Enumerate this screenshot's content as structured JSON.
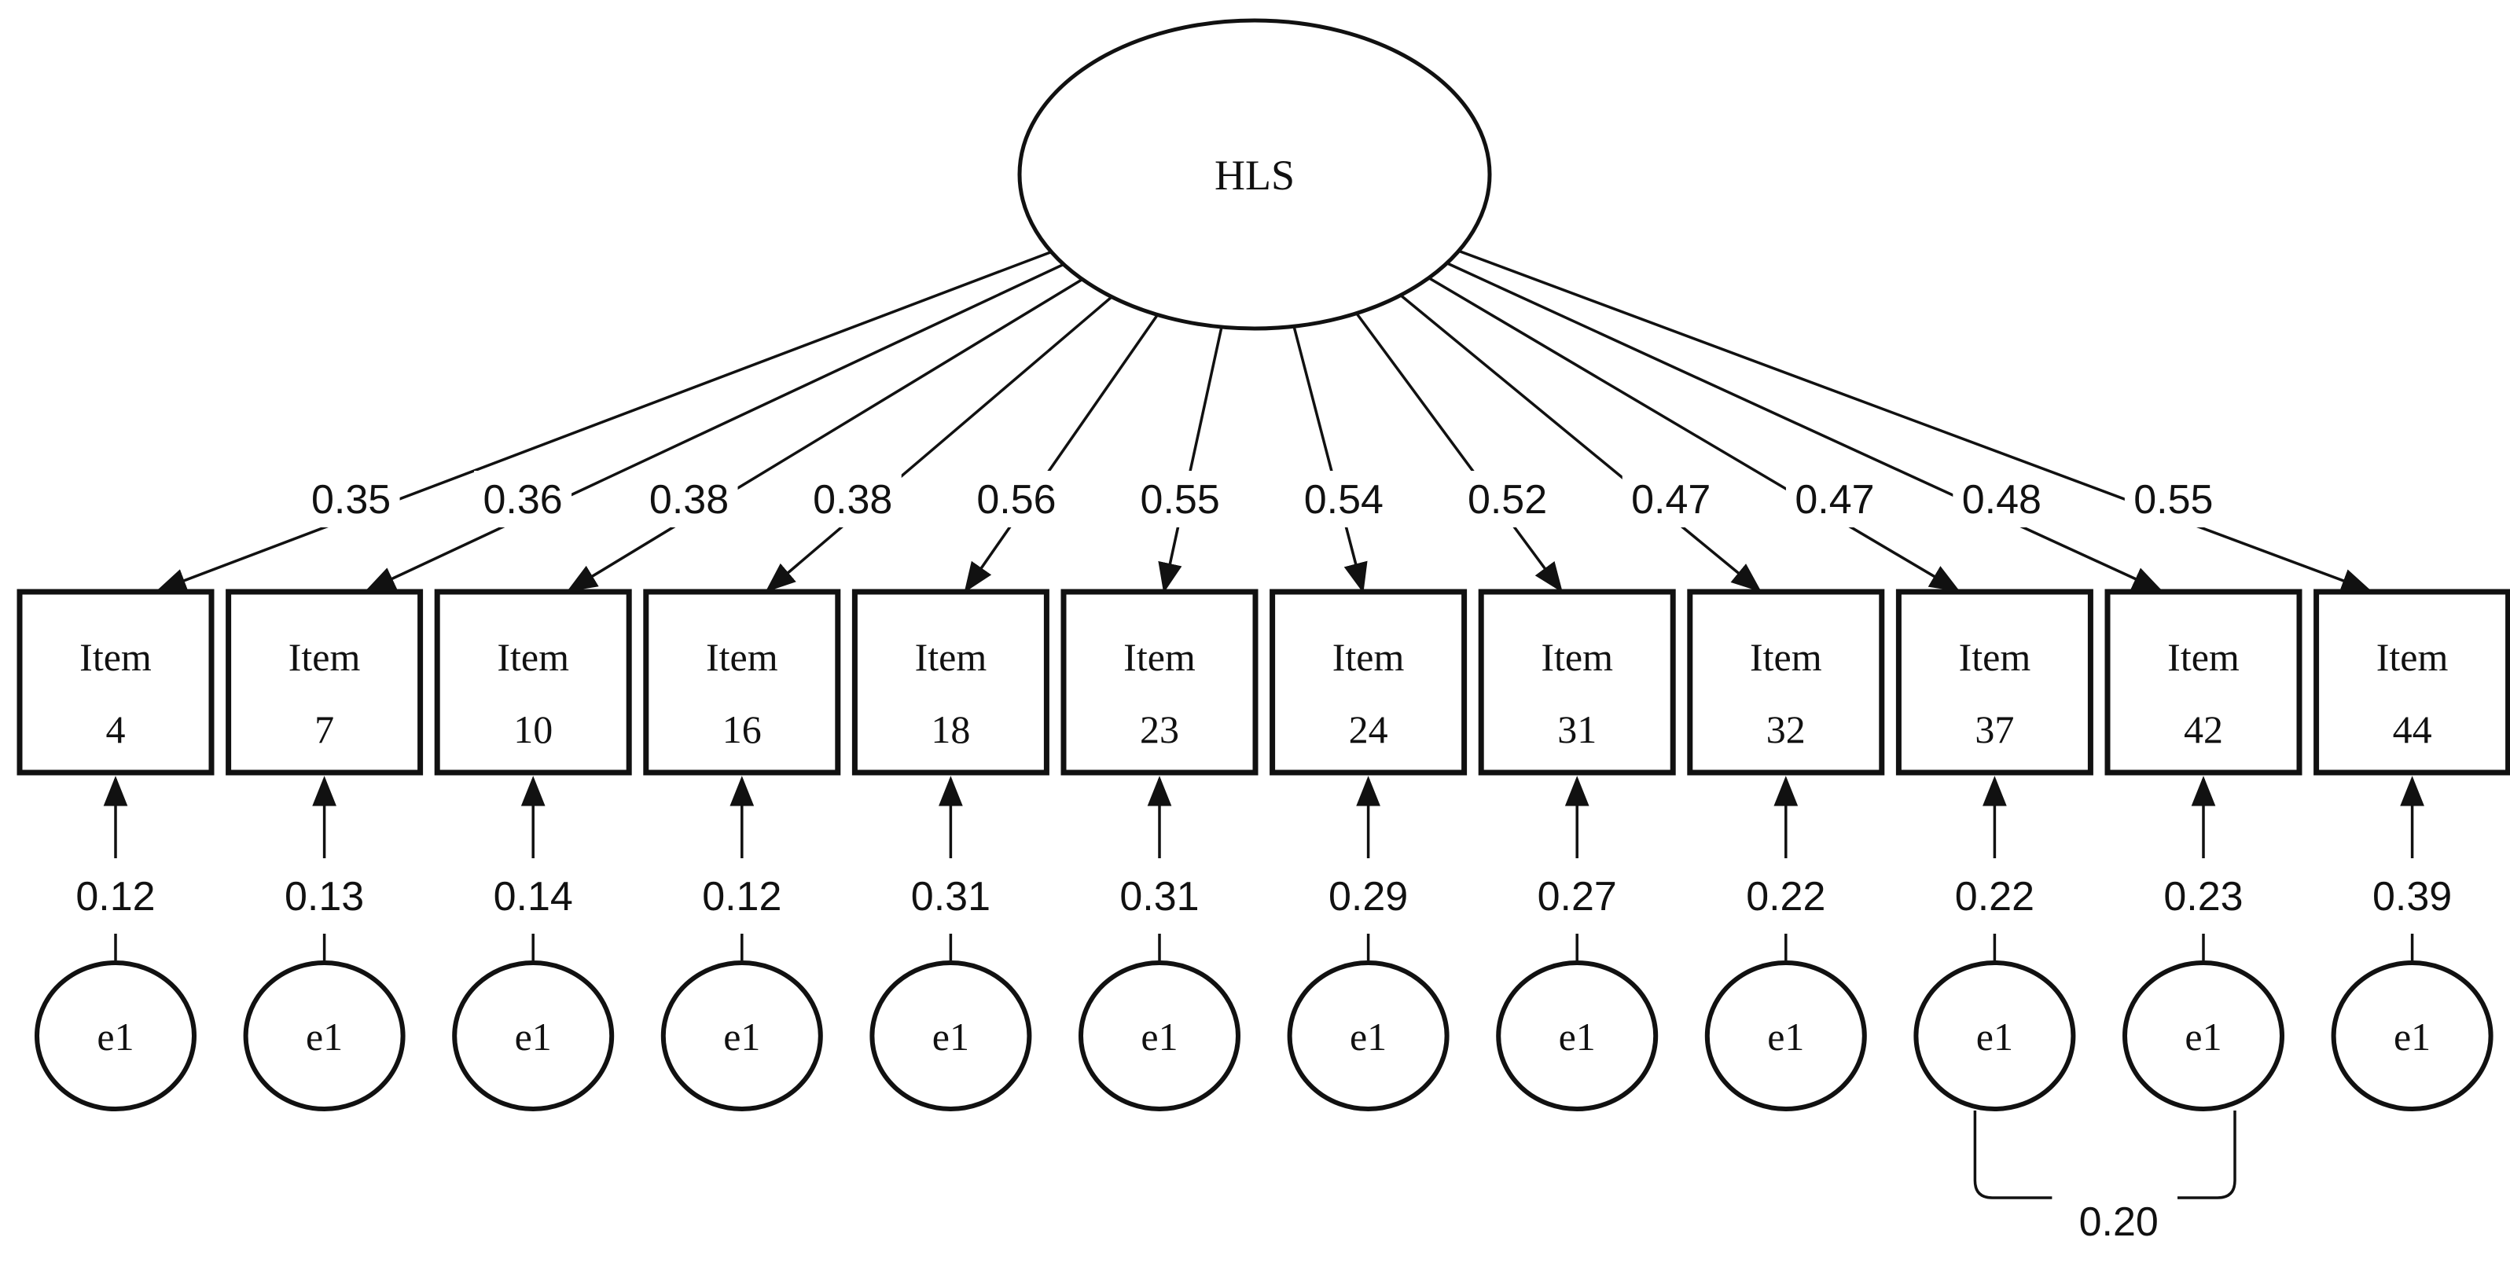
{
  "diagram": {
    "type": "confirmatory-factor-analysis-path-diagram",
    "background": "#ffffff",
    "stroke_color": "#000000",
    "latent_factor": {
      "label": "HLS"
    },
    "item_prefix": "Item",
    "items": [
      {
        "name": "Item 4",
        "number": "4",
        "loading": "0.35",
        "error_term": "e1",
        "error_variance": "0.12"
      },
      {
        "name": "Item 7",
        "number": "7",
        "loading": "0.36",
        "error_term": "e1",
        "error_variance": "0.13"
      },
      {
        "name": "Item 10",
        "number": "10",
        "loading": "0.38",
        "error_term": "e1",
        "error_variance": "0.14"
      },
      {
        "name": "Item 16",
        "number": "16",
        "loading": "0.38",
        "error_term": "e1",
        "error_variance": "0.12"
      },
      {
        "name": "Item 18",
        "number": "18",
        "loading": "0.56",
        "error_term": "e1",
        "error_variance": "0.31"
      },
      {
        "name": "Item 23",
        "number": "23",
        "loading": "0.55",
        "error_term": "e1",
        "error_variance": "0.31"
      },
      {
        "name": "Item 24",
        "number": "24",
        "loading": "0.54",
        "error_term": "e1",
        "error_variance": "0.29"
      },
      {
        "name": "Item 31",
        "number": "31",
        "loading": "0.52",
        "error_term": "e1",
        "error_variance": "0.27"
      },
      {
        "name": "Item 32",
        "number": "32",
        "loading": "0.47",
        "error_term": "e1",
        "error_variance": "0.22"
      },
      {
        "name": "Item 37",
        "number": "37",
        "loading": "0.47",
        "error_term": "e1",
        "error_variance": "0.22"
      },
      {
        "name": "Item 42",
        "number": "42",
        "loading": "0.48",
        "error_term": "e1",
        "error_variance": "0.23"
      },
      {
        "name": "Item 44",
        "number": "44",
        "loading": "0.55",
        "error_term": "e1",
        "error_variance": "0.39"
      }
    ],
    "error_covariance": {
      "value": "0.20",
      "between": [
        "Item 37",
        "Item 42"
      ]
    }
  }
}
